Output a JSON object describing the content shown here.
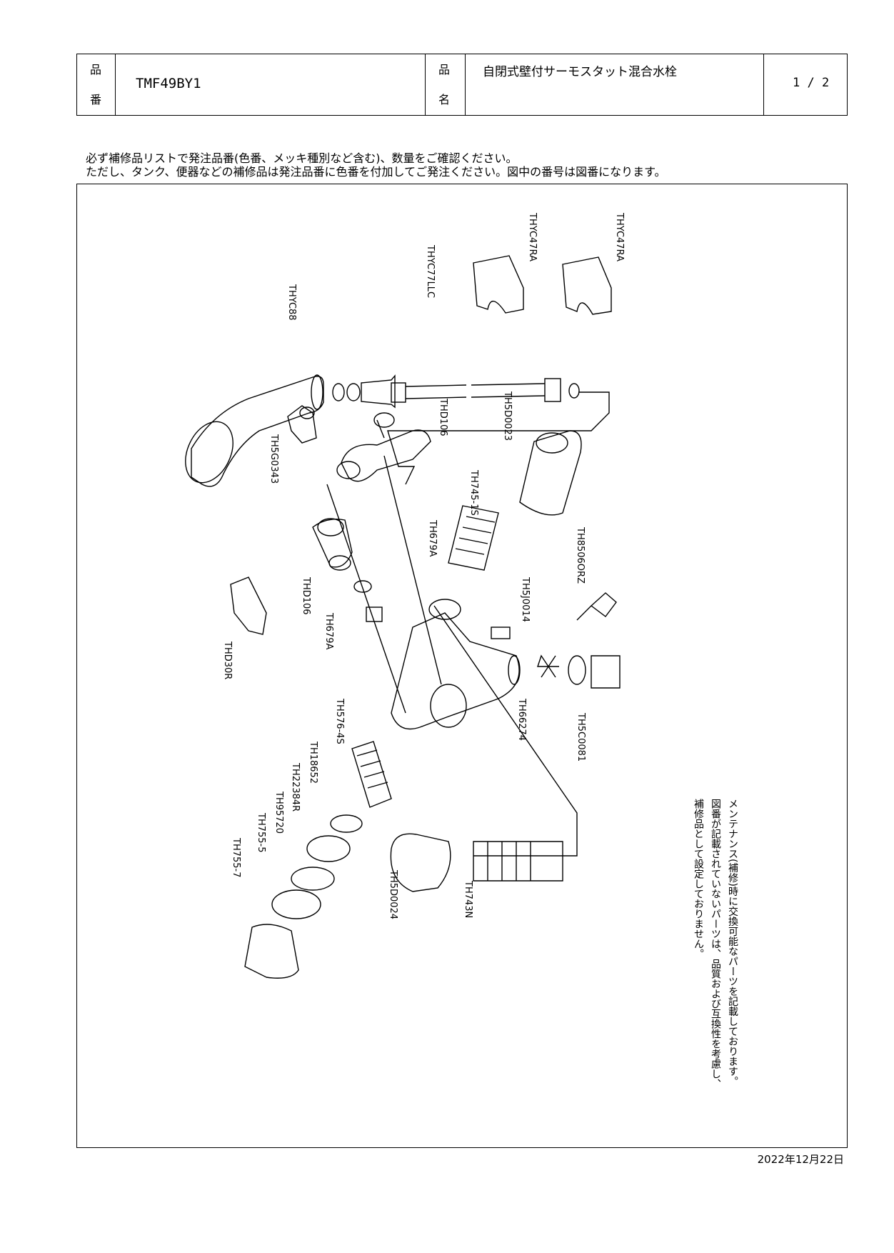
{
  "header": {
    "product_code_label_1": "品",
    "product_code_label_2": "番",
    "product_code": "TMF49BY1",
    "product_name_label_1": "品",
    "product_name_label_2": "名",
    "product_name": "自閉式壁付サーモスタット混合水栓",
    "page": "1 / 2"
  },
  "notes": [
    "必ず補修品リストで発注品番(色番、メッキ種別など含む)、数量をご確認ください。",
    "ただし、タンク、便器などの補修品は発注品番に色番を付加してご発注ください。図中の番号は図番になります。"
  ],
  "parts": [
    {
      "id": "p1",
      "label": "THYC88"
    },
    {
      "id": "p2",
      "label": "THYC77LLC"
    },
    {
      "id": "p3",
      "label": "THYC47RA"
    },
    {
      "id": "p4",
      "label": "THYC47RA"
    },
    {
      "id": "p5",
      "label": "TH5G0343"
    },
    {
      "id": "p6",
      "label": "THD106"
    },
    {
      "id": "p7",
      "label": "TH5D0023"
    },
    {
      "id": "p8",
      "label": "TH679A"
    },
    {
      "id": "p9",
      "label": "TH745-1S"
    },
    {
      "id": "p10",
      "label": "TH8506ORZ"
    },
    {
      "id": "p11",
      "label": "THD106"
    },
    {
      "id": "p12",
      "label": "TH679A"
    },
    {
      "id": "p13",
      "label": "THD30R"
    },
    {
      "id": "p14",
      "label": "TH5J0014"
    },
    {
      "id": "p15",
      "label": "TH576-4S"
    },
    {
      "id": "p16",
      "label": "TH66274"
    },
    {
      "id": "p17",
      "label": "TH5C0081"
    },
    {
      "id": "p18",
      "label": "TH18652"
    },
    {
      "id": "p19",
      "label": "TH22384R"
    },
    {
      "id": "p20",
      "label": "TH95720"
    },
    {
      "id": "p21",
      "label": "TH755-5"
    },
    {
      "id": "p22",
      "label": "TH755-7"
    },
    {
      "id": "p23",
      "label": "TH5D0024"
    },
    {
      "id": "p24",
      "label": "TH743N"
    }
  ],
  "maintenance_note": [
    "メンテナンス(補修)時に交換可能なパーツを記載しております。",
    "図番が記載されていないパーツは、品質および互換性を考慮し、",
    "補修品として設定しておりません。"
  ],
  "date": "2022年12月22日"
}
